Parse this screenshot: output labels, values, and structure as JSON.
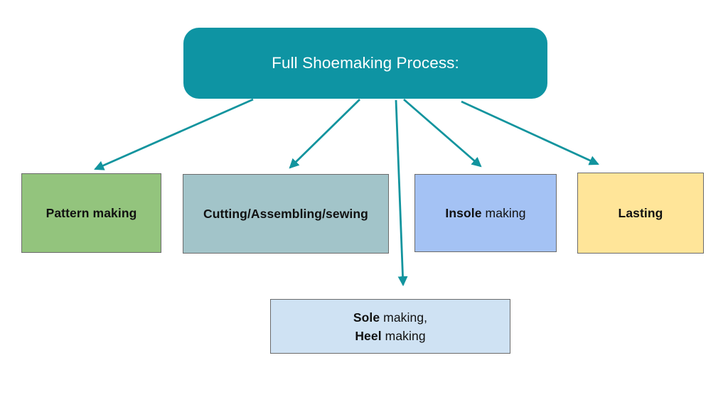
{
  "diagram": {
    "root": {
      "title": "Full Shoemaking Process:"
    },
    "nodes": {
      "pattern": {
        "label_bold": "Pattern making",
        "fill": "#93C47D"
      },
      "cutting": {
        "label_bold": "Cutting/Assembling/sewing",
        "fill": "#A2C4C9"
      },
      "insole": {
        "label_bold": "Insole",
        "label_rest": " making",
        "fill": "#A4C2F4"
      },
      "lasting": {
        "label_bold": "Lasting",
        "fill": "#FFE599"
      },
      "soleheel": {
        "line1_bold": "Sole",
        "line1_rest": " making,",
        "line2_bold": "Heel",
        "line2_rest": " making",
        "fill": "#CFE2F3"
      }
    },
    "edges": [
      {
        "from": "full-shoemaking-process",
        "to": "pattern-making"
      },
      {
        "from": "full-shoemaking-process",
        "to": "cutting-assembling-sewing"
      },
      {
        "from": "full-shoemaking-process",
        "to": "sole-heel-making"
      },
      {
        "from": "full-shoemaking-process",
        "to": "insole-making"
      },
      {
        "from": "full-shoemaking-process",
        "to": "lasting"
      }
    ],
    "colors": {
      "root-fill": "#0E94A3",
      "arrow": "#12949E",
      "root-text": "#FFFFFF",
      "node-text": "#111111",
      "node-border": "#6B6B6B",
      "background": "#FFFFFF"
    }
  }
}
